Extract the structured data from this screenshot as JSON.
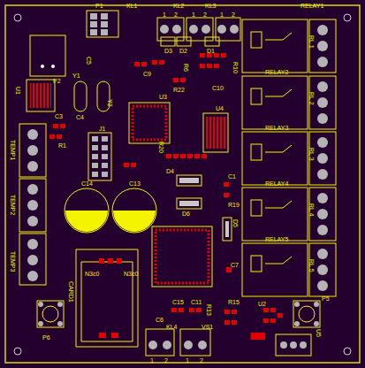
{
  "diagram": {
    "labels": [
      "P1",
      "KL1",
      "KL2",
      "KL3",
      "1",
      "2",
      "1",
      "2",
      "1",
      "2",
      "D3",
      "D2",
      "D1",
      "RELAY1",
      "P2",
      "C5",
      "U1",
      "Y1",
      "Y2",
      "C9",
      "R6",
      "R22",
      "R10",
      "C10",
      "C3",
      "C4",
      "U3",
      "U4",
      "RL 1",
      "RELAY2",
      "RL 2",
      "RELAY3",
      "RL 3",
      "RELAY4",
      "RL 4",
      "RELAY5",
      "RL 5",
      "TEMP1",
      "R1",
      "J1",
      "R20",
      "C14",
      "C13",
      "D4",
      "C1",
      "D6",
      "R19",
      "TEMP2",
      "D5",
      "TEMP3",
      "C7",
      "CARD1",
      "N3c0",
      "N3c0",
      "C15",
      "C11",
      "R13",
      "R15",
      "U2",
      "P5",
      "P6",
      "C6",
      "KL4",
      "VS1",
      "1",
      "2",
      "1",
      "2",
      "U5"
    ]
  }
}
